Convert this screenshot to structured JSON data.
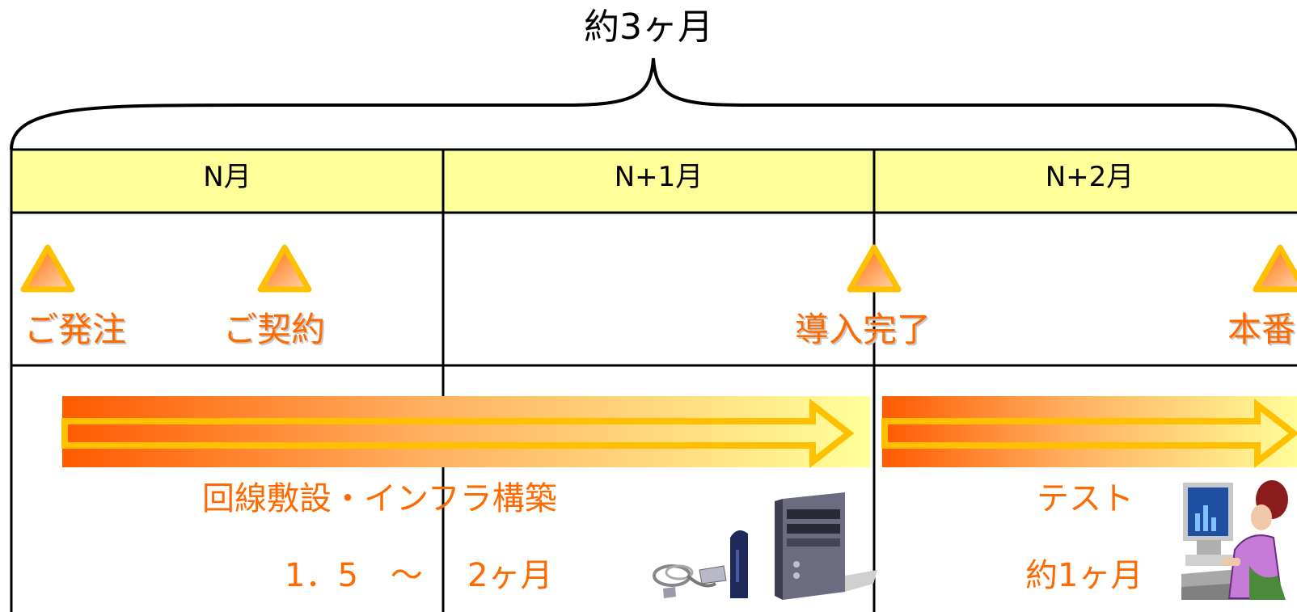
{
  "title": "約3ヶ月",
  "months": [
    "N月",
    "N+1月",
    "N+2月"
  ],
  "milestones": {
    "order": "ご発注",
    "contract": "ご契約",
    "install_done": "導入完了",
    "production": "本番"
  },
  "phases": {
    "build": {
      "label": "回線敷設・インフラ構築",
      "duration_a": "1．5　～",
      "duration_b": "2ヶ月"
    },
    "test": {
      "label": "テスト",
      "duration": "約1ヶ月"
    }
  },
  "colors": {
    "header_fill": "#ffff99",
    "accent_orange": "#ff6a00",
    "arrow_outline": "#ffc000",
    "grid_line": "#000000"
  },
  "icons": [
    "computer-equipment-icon",
    "person-at-computer-icon",
    "milestone-triangle-icon"
  ]
}
